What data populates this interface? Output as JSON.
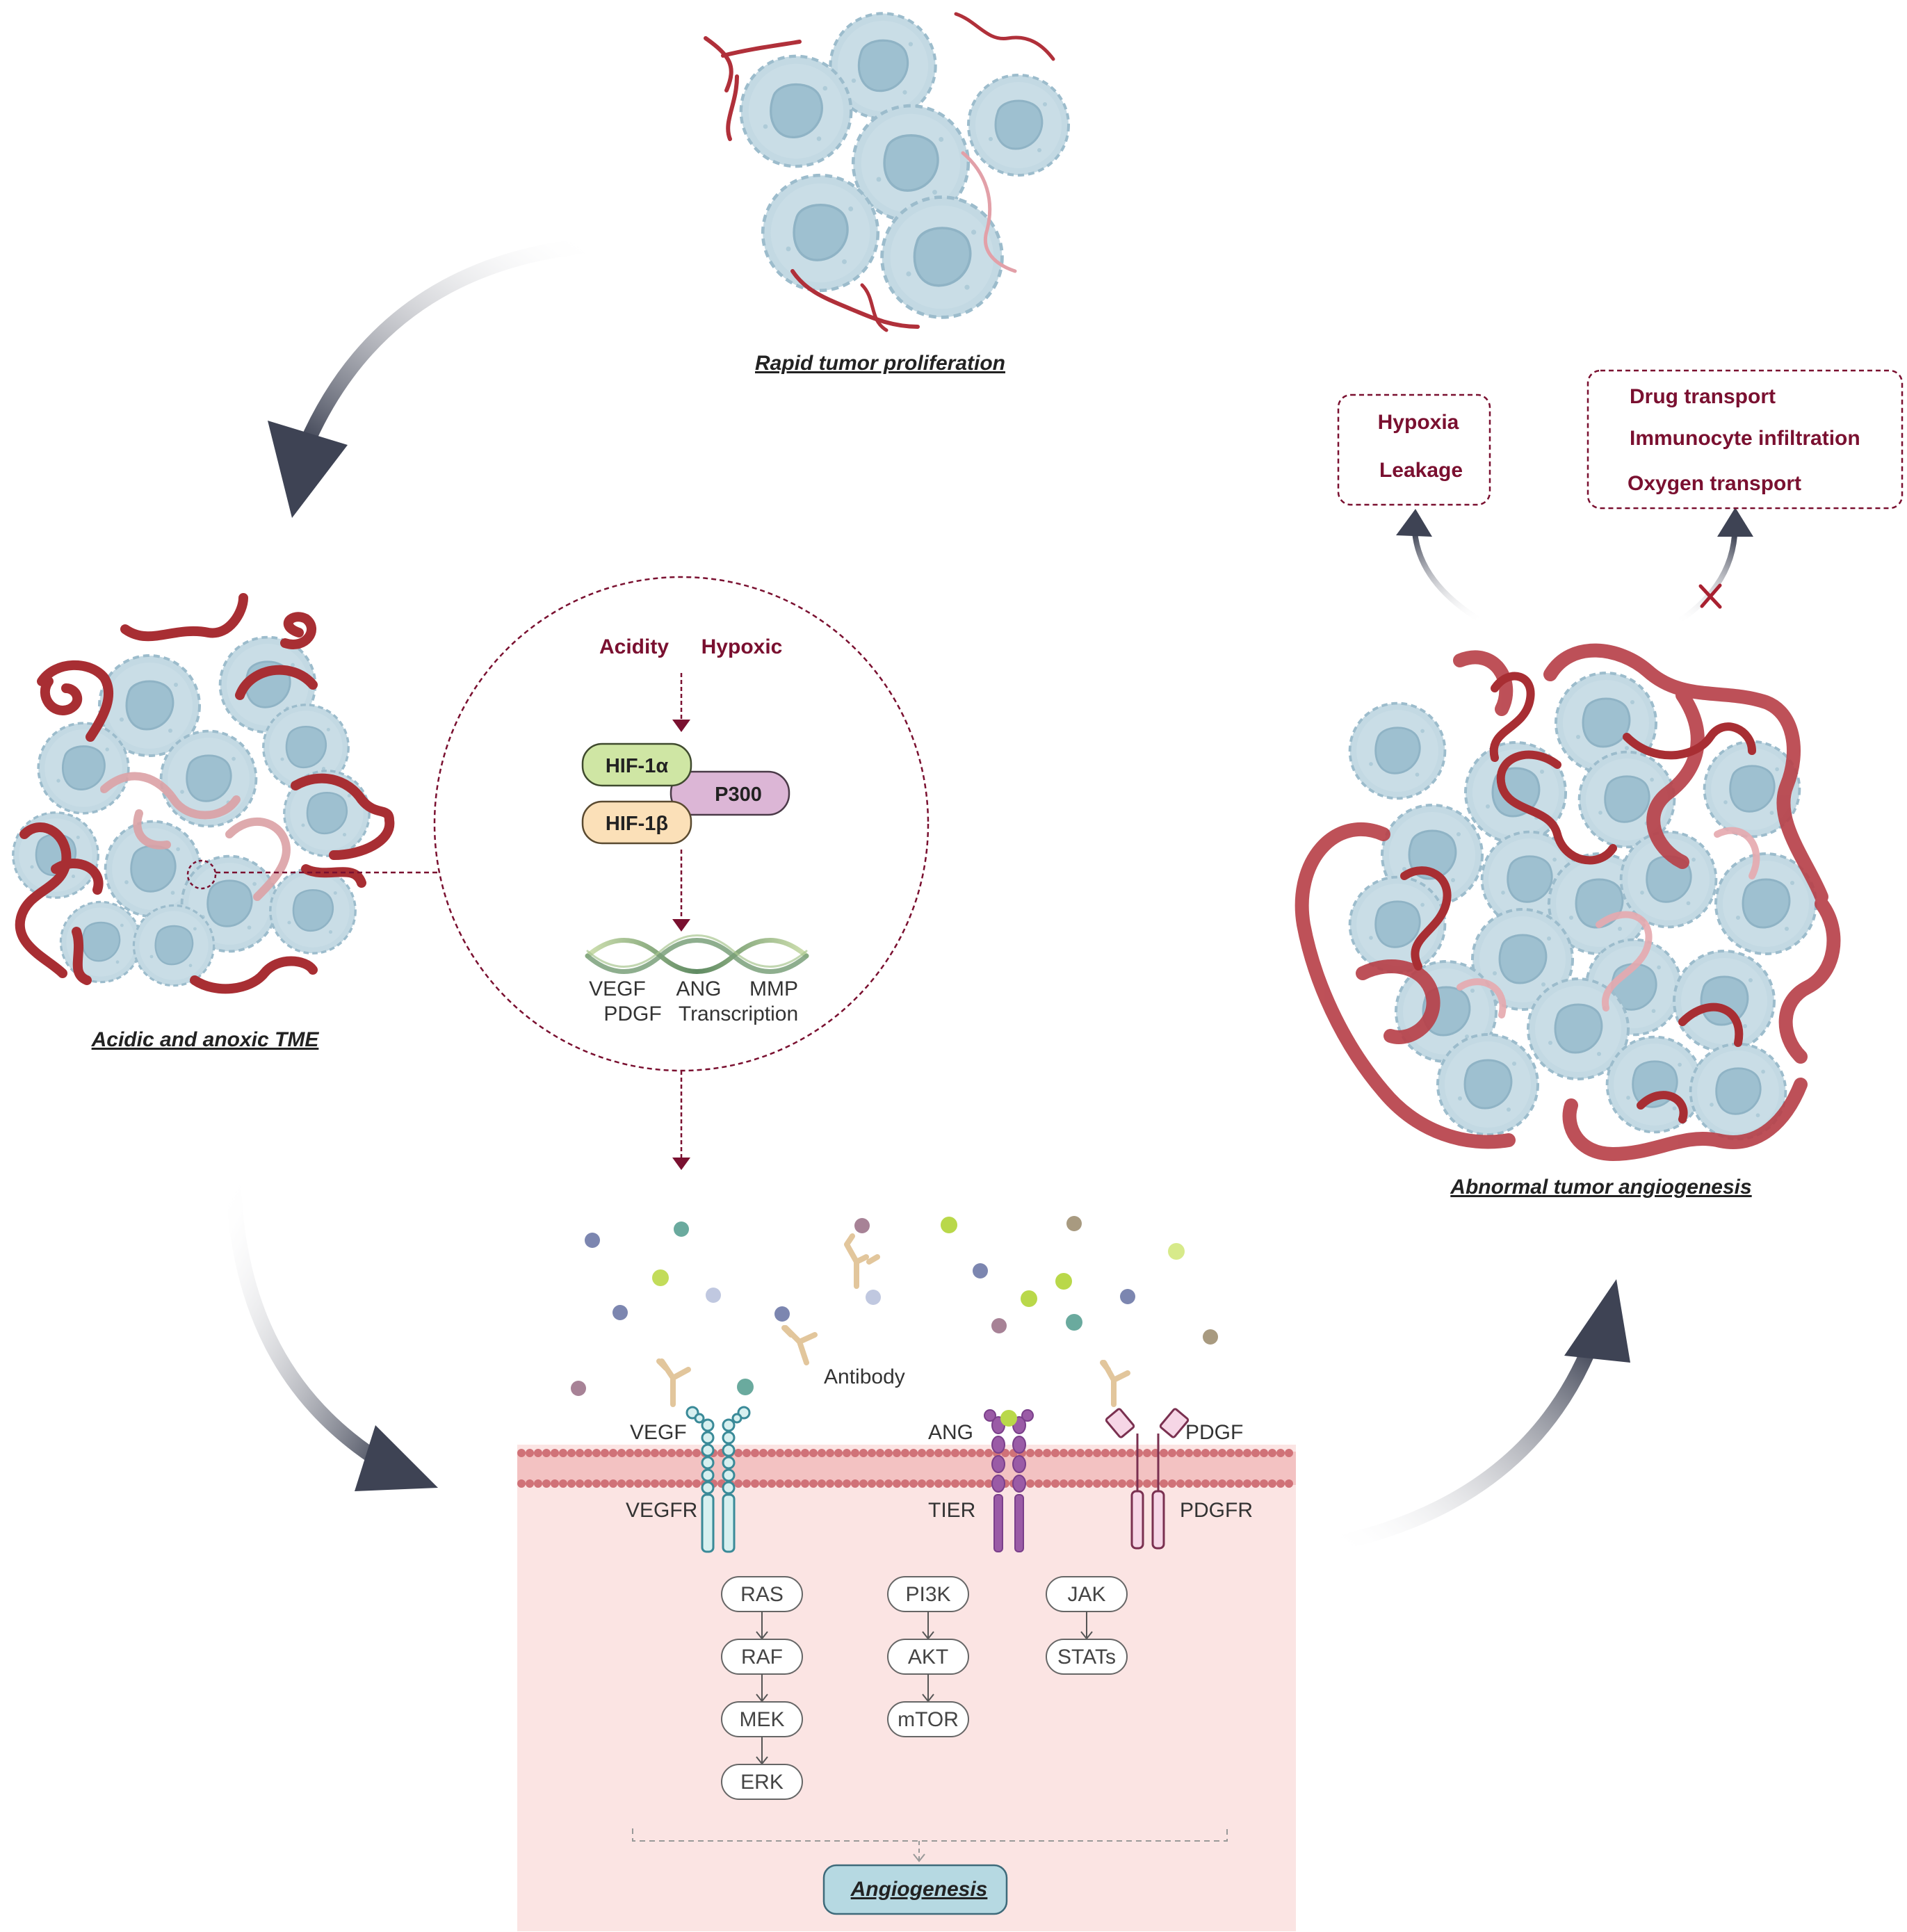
{
  "stages": {
    "top": "Rapid tumor proliferation",
    "left": "Acidic and anoxic TME",
    "right": "Abnormal tumor angiogenesis",
    "bottom": "Angiogenesis"
  },
  "inset": {
    "triggers": [
      "Acidity",
      "Hypoxic"
    ],
    "complex": {
      "hif1a": "HIF-1α",
      "hif1b": "HIF-1β",
      "p300": "P300"
    },
    "targets_row1": [
      "VEGF",
      "ANG",
      "MMP"
    ],
    "targets_row2": [
      "PDGF",
      "Transcription"
    ]
  },
  "outcomes": {
    "increased": [
      "Hypoxia",
      "Leakage"
    ],
    "decreased": [
      "Drug transport",
      "Immunocyte infiltration",
      "Oxygen transport"
    ]
  },
  "membrane": {
    "antibody_label": "Antibody",
    "ligands": {
      "vegf": "VEGF",
      "ang": "ANG",
      "pdgf": "PDGF"
    },
    "receptors": {
      "vegfr": "VEGFR",
      "tier": "TIER",
      "pdgfr": "PDGFR"
    }
  },
  "pathways": {
    "mapk": [
      "RAS",
      "RAF",
      "MEK",
      "ERK"
    ],
    "pi3k": [
      "PI3K",
      "AKT",
      "mTOR"
    ],
    "jak": [
      "JAK",
      "STATs"
    ]
  },
  "colors": {
    "vessel": "#b0303a",
    "cell": "#bcd5e0",
    "nucleus": "#9dc0d1",
    "arrow": "#3e4354",
    "dark_red": "#7a1030",
    "cytoplasm": "#fbe4e3",
    "hif1a": "#cfe6a4",
    "hif1b": "#fbe0b8",
    "p300": "#dcb6d6",
    "angiogenesis_box": "#b6d9e2"
  }
}
